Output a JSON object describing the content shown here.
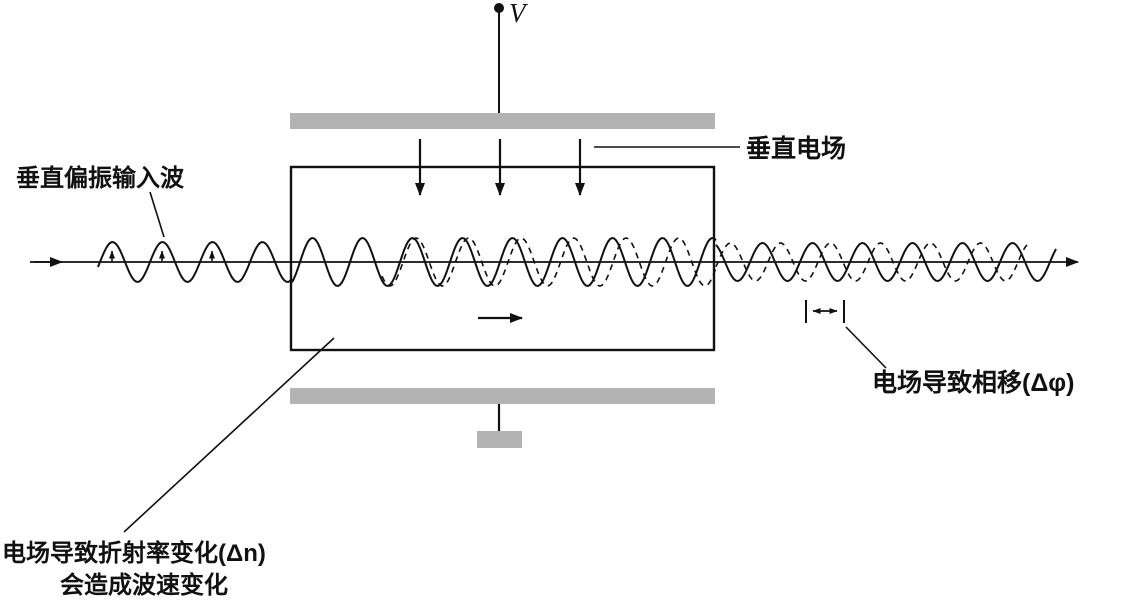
{
  "diagram": {
    "labels": {
      "voltage": "V",
      "input_wave": "垂直偏振输入波",
      "vertical_field": "垂直电场",
      "phase_shift": "电场导致相移(Δφ)",
      "index_change": "电场导致折射率变化(Δn)",
      "speed_change": "会造成波速变化"
    },
    "colors": {
      "electrode": "#b3b3b3",
      "ink": "#111111"
    }
  }
}
